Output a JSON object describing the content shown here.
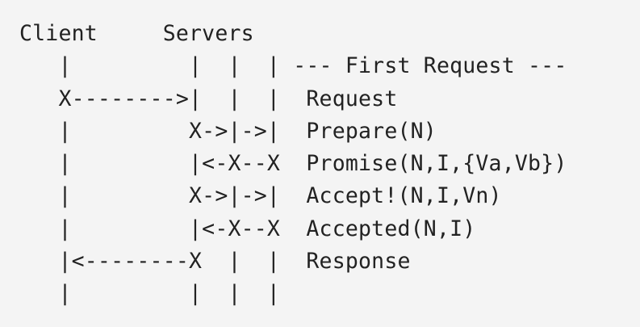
{
  "diagram": {
    "lines": [
      "Client     Servers",
      "   |         |  |  | --- First Request ---",
      "   X-------->|  |  |  Request",
      "   |         X->|->|  Prepare(N)",
      "   |         |<-X--X  Promise(N,I,{Va,Vb})",
      "   |         X->|->|  Accept!(N,I,Vn)",
      "   |         |<-X--X  Accepted(N,I)",
      "   |<--------X  |  |  Response",
      "   |         |  |  |"
    ]
  }
}
